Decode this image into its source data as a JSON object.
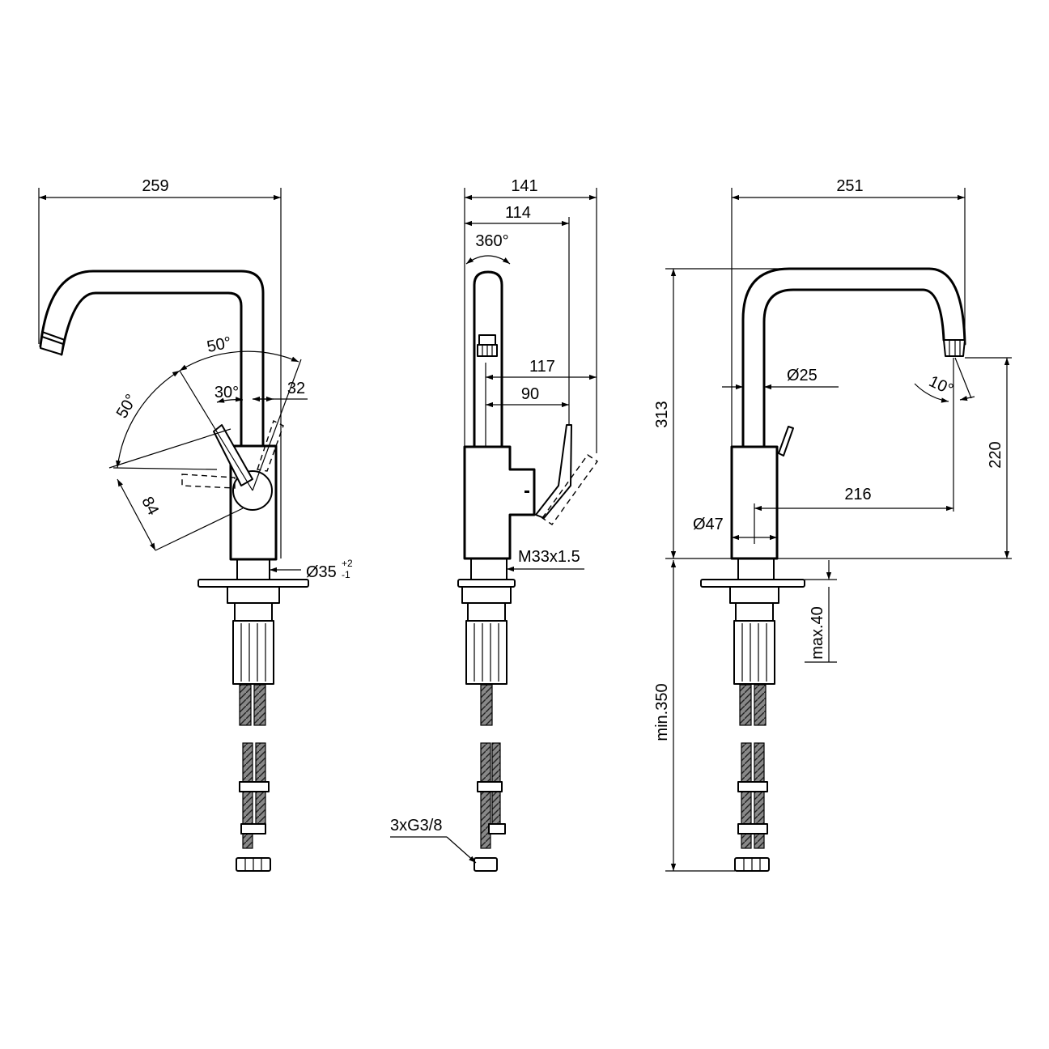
{
  "drawing": {
    "front_view": {
      "width_label": "259",
      "handle_angle_upper": "50°",
      "handle_angle_left": "50°",
      "handle_angle_30": "30°",
      "handle_offset": "32",
      "handle_length": "84",
      "hole_diameter": "Ø35",
      "hole_tol_plus": "+2",
      "hole_tol_minus": "-1"
    },
    "side_view": {
      "depth_total": "141",
      "depth_spout": "114",
      "rotation": "360°",
      "handle_reach": "117",
      "handle_reach_short": "90",
      "thread": "M33x1.5",
      "connections": "3xG3/8"
    },
    "rear_view": {
      "width_label": "251",
      "height_total": "313",
      "spout_height": "220",
      "spout_reach": "216",
      "tube_diameter": "Ø25",
      "body_diameter": "Ø47",
      "spout_angle": "10°",
      "deck_thickness": "max.40",
      "hose_length": "min.350"
    }
  }
}
